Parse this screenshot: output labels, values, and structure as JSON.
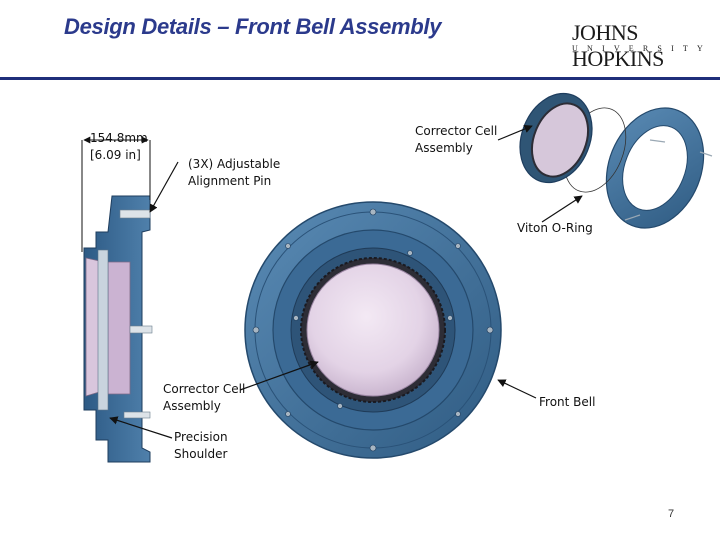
{
  "slide": {
    "title": "Design Details – Front Bell Assembly",
    "logo_main": "JOHNS HOPKINS",
    "logo_sub": "UNIVERSITY",
    "page_number": "7"
  },
  "labels": {
    "dimension_line1": "154.8mm",
    "dimension_line2": "[6.09 in]",
    "alignment_pin_line1": "(3X) Adjustable",
    "alignment_pin_line2": "Alignment Pin",
    "corrector_top_line1": "Corrector Cell",
    "corrector_top_line2": "Assembly",
    "viton_oring": "Viton O-Ring",
    "corrector_bottom_line1": "Corrector Cell",
    "corrector_bottom_line2": "Assembly",
    "front_bell": "Front Bell",
    "precision_line1": "Precision",
    "precision_line2": "Shoulder"
  },
  "colors": {
    "title_blue": "#2b3a8c",
    "bell_blue": "#3f6f9a",
    "bell_dark": "#24496c",
    "lens_pink": "#e3d3e6",
    "rule_blue": "#1f2f7a"
  }
}
